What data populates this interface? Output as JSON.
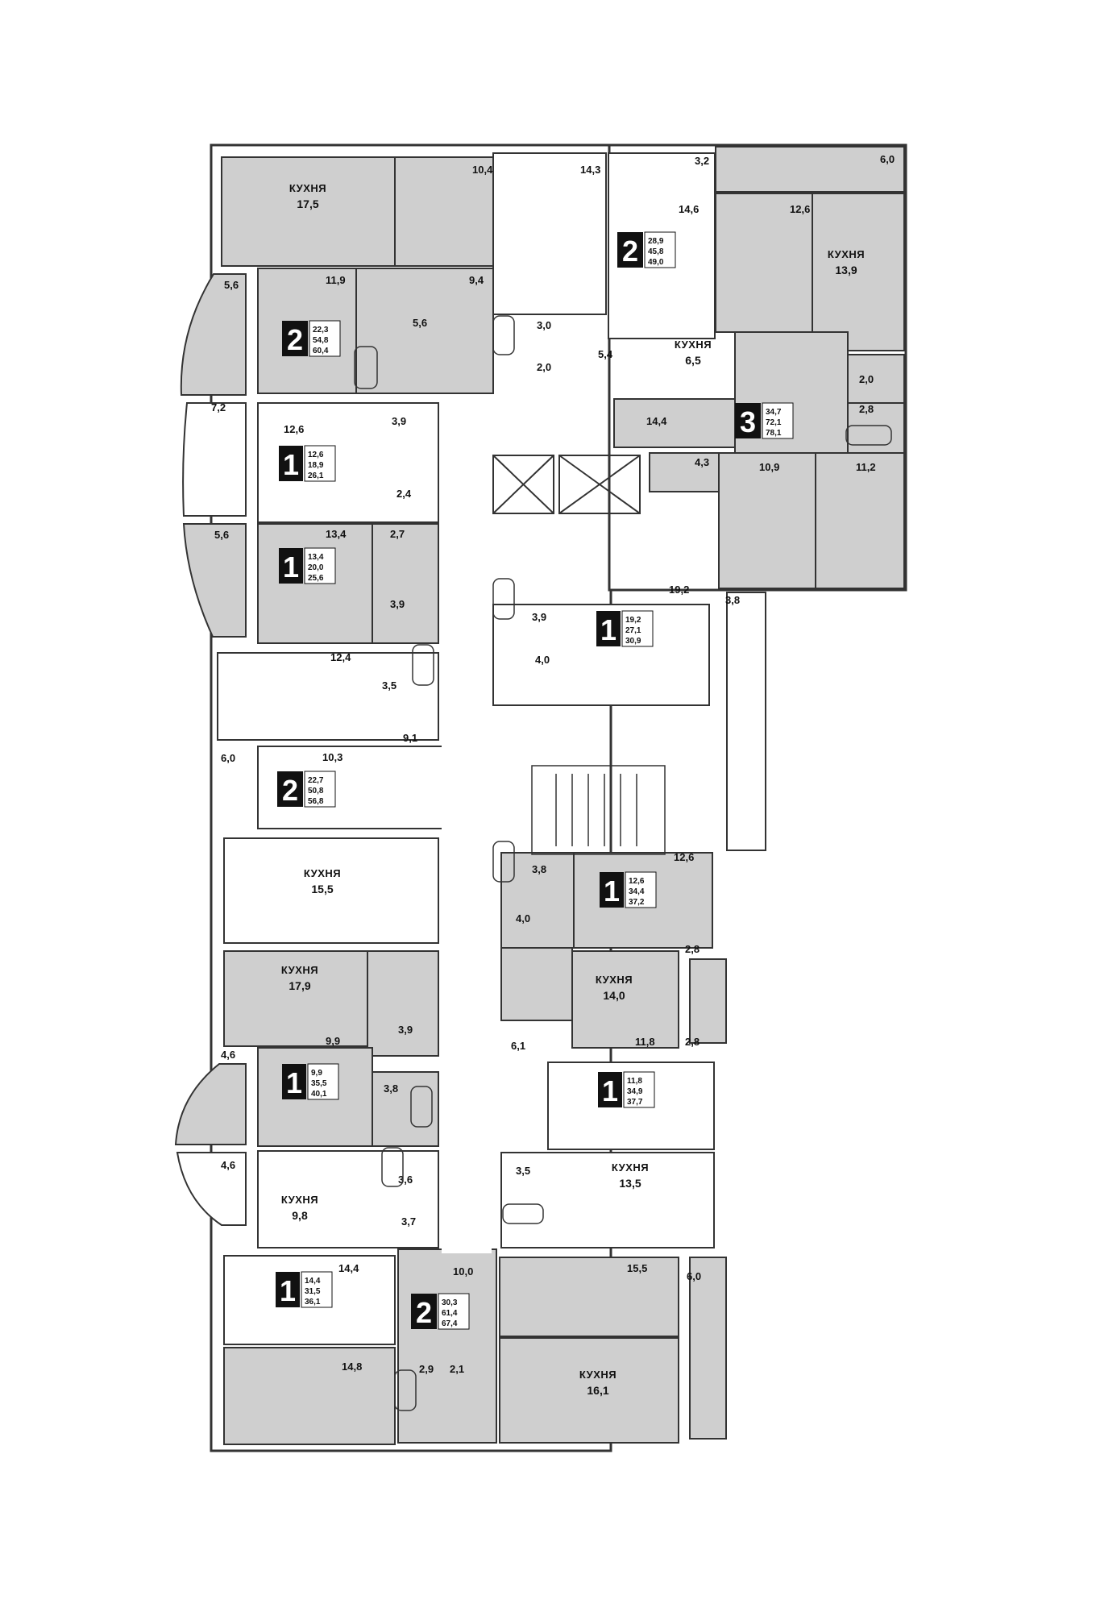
{
  "colors": {
    "apartment_fill": "#cfcfcf",
    "common_fill": "#ffffff",
    "wall": "#333333",
    "badge": "#111111"
  },
  "kitchen_word": "КУХНЯ",
  "apartments": [
    {
      "rooms": "2",
      "areas": [
        "28,9",
        "45,8",
        "49,0"
      ]
    },
    {
      "rooms": "2",
      "areas": [
        "22,3",
        "54,8",
        "60,4"
      ]
    },
    {
      "rooms": "3",
      "areas": [
        "34,7",
        "72,1",
        "78,1"
      ]
    },
    {
      "rooms": "1",
      "areas": [
        "12,6",
        "18,9",
        "26,1"
      ]
    },
    {
      "rooms": "1",
      "areas": [
        "13,4",
        "20,0",
        "25,6"
      ]
    },
    {
      "rooms": "1",
      "areas": [
        "19,2",
        "27,1",
        "30,9"
      ]
    },
    {
      "rooms": "2",
      "areas": [
        "22,7",
        "50,8",
        "56,8"
      ]
    },
    {
      "rooms": "1",
      "areas": [
        "12,6",
        "34,4",
        "37,2"
      ]
    },
    {
      "rooms": "1",
      "areas": [
        "9,9",
        "35,5",
        "40,1"
      ]
    },
    {
      "rooms": "1",
      "areas": [
        "11,8",
        "34,9",
        "37,7"
      ]
    },
    {
      "rooms": "1",
      "areas": [
        "14,4",
        "31,5",
        "36,1"
      ]
    },
    {
      "rooms": "2",
      "areas": [
        "30,3",
        "61,4",
        "67,4"
      ]
    }
  ],
  "kitchens": [
    "17,5",
    "13,9",
    "6,5",
    "15,5",
    "17,9",
    "14,0",
    "13,5",
    "9,8",
    "16,1"
  ],
  "room_areas": [
    "10,4",
    "14,3",
    "3,2",
    "6,0",
    "14,6",
    "12,6",
    "11,9",
    "9,4",
    "5,6",
    "5,6",
    "3,0",
    "2,0",
    "5,4",
    "2,0",
    "2,8",
    "14,4",
    "7,2",
    "12,6",
    "3,9",
    "2,4",
    "4,3",
    "10,9",
    "11,2",
    "5,6",
    "13,4",
    "2,7",
    "3,9",
    "19,2",
    "3,8",
    "3,9",
    "4,0",
    "12,4",
    "3,5",
    "9,1",
    "6,0",
    "10,3",
    "3,8",
    "12,6",
    "4,0",
    "2,8",
    "9,9",
    "3,9",
    "4,6",
    "3,8",
    "6,1",
    "11,8",
    "2,8",
    "4,6",
    "3,6",
    "3,5",
    "3,7",
    "14,4",
    "10,0",
    "15,5",
    "6,0",
    "14,8",
    "2,9",
    "2,1"
  ]
}
